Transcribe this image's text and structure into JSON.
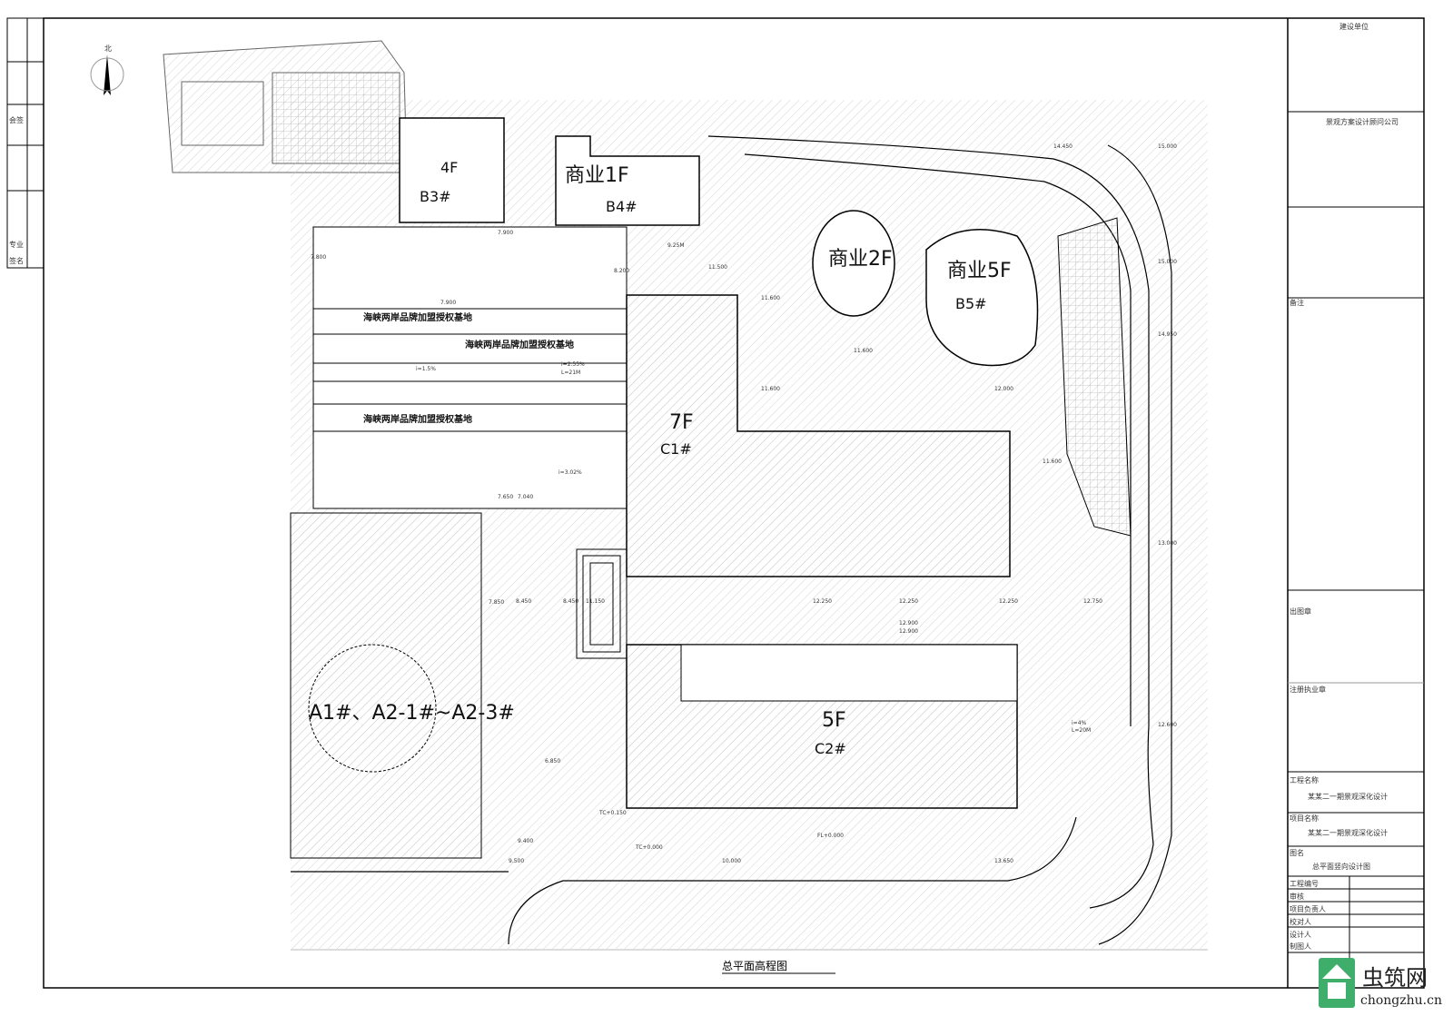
{
  "title_block": {
    "client_label": "建设单位",
    "designer": "景观方案设计顾问公司",
    "remarks_label": "备注",
    "stamp_label": "出图章",
    "reg_stamp_label": "注册执业章",
    "project_label": "工程名称",
    "project_name": "某某二一期景观深化设计",
    "item_label": "项目名称",
    "item_name": "某某二一期景观深化设计",
    "drawing_label": "图名",
    "drawing_name": "总平面竖向设计图",
    "rows": [
      "工程编号",
      "审核",
      "项目负责人",
      "校对人",
      "设计人",
      "制图人"
    ]
  },
  "left_strip": {
    "countersign": "会签",
    "discipline": "专业",
    "signature": "签名"
  },
  "north_label": "北",
  "drawing_title": "总平面高程图",
  "buildings": {
    "b3_floor": "4F",
    "b3": "B3#",
    "b4_floor": "商业1F",
    "b4": "B4#",
    "b5a_floor": "商业2F",
    "b5b_floor": "商业5F",
    "b5": "B5#",
    "c1_floor": "7F",
    "c1": "C1#",
    "c2_floor": "5F",
    "c2": "C2#",
    "a": "A1#、A2-1#~A2-3#"
  },
  "signage": [
    "海峡两岸品牌加盟授权基地",
    "海峡两岸品牌加盟授权基地",
    "海峡两岸品牌加盟授权基地"
  ],
  "elevations": [
    "7.800",
    "7.900",
    "7.900",
    "8.200",
    "9.25M",
    "11.500",
    "11.600",
    "11.600",
    "11.600",
    "12.000",
    "14.450",
    "15.000",
    "15.000",
    "14.950",
    "13.000",
    "12.750",
    "12.250",
    "12.250",
    "12.250",
    "11.150",
    "8.450",
    "8.450",
    "7.850",
    "7.650",
    "7.040",
    "6.850",
    "9.400",
    "9.500",
    "10.000",
    "11.600",
    "12.600",
    "12.900",
    "i=2.55%",
    "L=21M",
    "i=1.5%",
    "i=3.02%",
    "TC+0.150",
    "TC+0.000",
    "FL+0.000",
    "i=4%",
    "L=20M",
    "13.650",
    "12.900"
  ],
  "watermark": {
    "name": "虫筑网",
    "url": "chongzhu.cn"
  }
}
